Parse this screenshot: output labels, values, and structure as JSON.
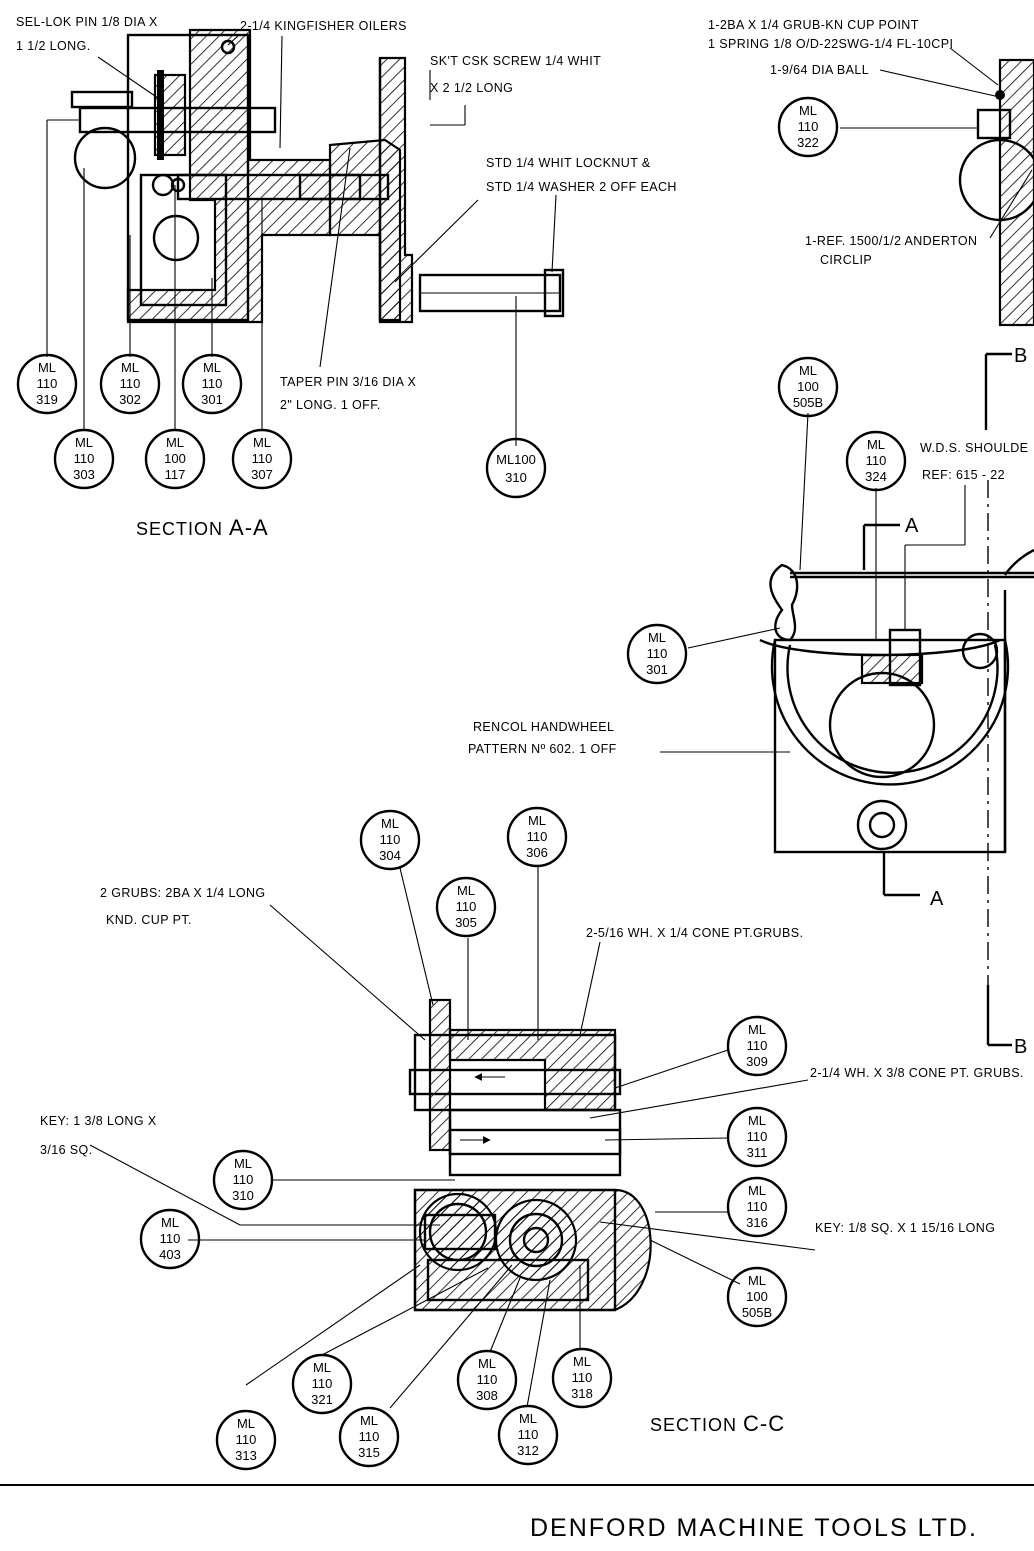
{
  "sections": {
    "section_aa": {
      "label": "SECTION ",
      "marks": "A-A"
    },
    "section_cc": {
      "label": "SECTION ",
      "marks": "C-C"
    }
  },
  "section_markers": [
    "A",
    "A",
    "B",
    "B"
  ],
  "notes": [
    {
      "id": "sel-lok-pin",
      "lines": [
        "SEL-LOK PIN 1/8 DIA X",
        "1 1/2 LONG."
      ]
    },
    {
      "id": "kingfisher-oilers",
      "lines": [
        "2-1/4 KINGFISHER OILERS"
      ]
    },
    {
      "id": "skt-csk-screw",
      "lines": [
        "SK'T CSK SCREW 1/4 WHIT",
        "X 2 1/2 LONG"
      ]
    },
    {
      "id": "locknut-washer",
      "lines": [
        "STD 1/4 WHIT LOCKNUT &",
        "STD 1/4 WASHER 2 OFF EACH"
      ]
    },
    {
      "id": "taper-pin",
      "lines": [
        "TAPER PIN 3/16 DIA X",
        "2\" LONG. 1 OFF."
      ]
    },
    {
      "id": "grub-cup-point",
      "lines": [
        "1-2BA X 1/4 GRUB-KN CUP POINT",
        "1 SPRING 1/8 O/D-22SWG-1/4 FL-10CPI"
      ]
    },
    {
      "id": "dia-ball",
      "lines": [
        "1-9/64 DIA BALL"
      ]
    },
    {
      "id": "anderton-circlip",
      "lines": [
        "1-REF. 1500/1/2 ANDERTON",
        "CIRCLIP"
      ]
    },
    {
      "id": "wds-shoulder",
      "lines": [
        "W.D.S. SHOULDE",
        "REF: 615 - 22"
      ]
    },
    {
      "id": "rencol-handwheel",
      "lines": [
        "RENCOL HANDWHEEL",
        "PATTERN Nº 602. 1 OFF"
      ]
    },
    {
      "id": "two-grubs",
      "lines": [
        "2 GRUBS: 2BA X 1/4 LONG",
        "KND. CUP PT."
      ]
    },
    {
      "id": "cone-pt-grubs-1",
      "lines": [
        "2-5/16 WH. X 1/4 CONE PT.GRUBS."
      ]
    },
    {
      "id": "cone-pt-grubs-2",
      "lines": [
        "2-1/4 WH. X 3/8 CONE PT. GRUBS."
      ]
    },
    {
      "id": "key-left",
      "lines": [
        "KEY: 1 3/8 LONG X",
        "3/16 SQ."
      ]
    },
    {
      "id": "key-right",
      "lines": [
        "KEY: 1/8 SQ. X 1 15/16 LONG"
      ]
    }
  ],
  "balloons": [
    {
      "id": "b-319",
      "lines": [
        "ML",
        "110",
        "319"
      ]
    },
    {
      "id": "b-302",
      "lines": [
        "ML",
        "110",
        "302"
      ]
    },
    {
      "id": "b-301a",
      "lines": [
        "ML",
        "110",
        "301"
      ]
    },
    {
      "id": "b-303",
      "lines": [
        "ML",
        "110",
        "303"
      ]
    },
    {
      "id": "b-117",
      "lines": [
        "ML",
        "100",
        "117"
      ]
    },
    {
      "id": "b-307",
      "lines": [
        "ML",
        "110",
        "307"
      ]
    },
    {
      "id": "b-310a",
      "lines": [
        "ML100",
        "310"
      ]
    },
    {
      "id": "b-322",
      "lines": [
        "ML",
        "110",
        "322"
      ]
    },
    {
      "id": "b-505a",
      "lines": [
        "ML",
        "100",
        "505B"
      ]
    },
    {
      "id": "b-324",
      "lines": [
        "ML",
        "110",
        "324"
      ]
    },
    {
      "id": "b-301b",
      "lines": [
        "ML",
        "110",
        "301"
      ]
    },
    {
      "id": "b-304",
      "lines": [
        "ML",
        "110",
        "304"
      ]
    },
    {
      "id": "b-306",
      "lines": [
        "ML",
        "110",
        "306"
      ]
    },
    {
      "id": "b-305",
      "lines": [
        "ML",
        "110",
        "305"
      ]
    },
    {
      "id": "b-309",
      "lines": [
        "ML",
        "110",
        "309"
      ]
    },
    {
      "id": "b-311",
      "lines": [
        "ML",
        "110",
        "311"
      ]
    },
    {
      "id": "b-310b",
      "lines": [
        "ML",
        "110",
        "310"
      ]
    },
    {
      "id": "b-316",
      "lines": [
        "ML",
        "110",
        "316"
      ]
    },
    {
      "id": "b-403",
      "lines": [
        "ML",
        "110",
        "403"
      ]
    },
    {
      "id": "b-505b",
      "lines": [
        "ML",
        "100",
        "505B"
      ]
    },
    {
      "id": "b-321",
      "lines": [
        "ML",
        "110",
        "321"
      ]
    },
    {
      "id": "b-308",
      "lines": [
        "ML",
        "110",
        "308"
      ]
    },
    {
      "id": "b-318",
      "lines": [
        "ML",
        "110",
        "318"
      ]
    },
    {
      "id": "b-313",
      "lines": [
        "ML",
        "110",
        "313"
      ]
    },
    {
      "id": "b-315",
      "lines": [
        "ML",
        "110",
        "315"
      ]
    },
    {
      "id": "b-312",
      "lines": [
        "ML",
        "110",
        "312"
      ]
    }
  ],
  "title_block": {
    "company": "DENFORD MACHINE TOOLS LTD."
  }
}
